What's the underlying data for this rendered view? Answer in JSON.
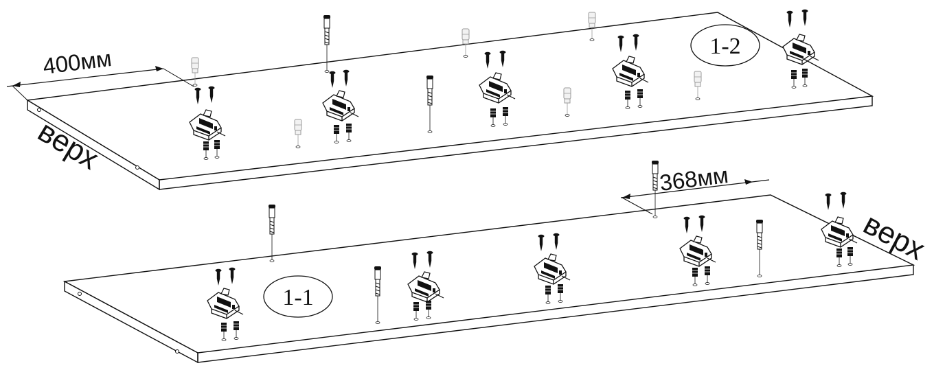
{
  "panels": {
    "upper": {
      "part_label": "1-2",
      "dimension_label": "400мм",
      "side_label": "верх"
    },
    "lower": {
      "part_label": "1-1",
      "dimension_label": "368мм",
      "side_label": "верх"
    }
  },
  "colors": {
    "stroke": "#111111",
    "background": "#ffffff",
    "dowel_fill": "#f2f2f2",
    "dowel_stroke": "#9a9a9a"
  },
  "icons": {
    "hinge_plate": "hinge-mounting-plate-icon",
    "screw": "screw-icon",
    "dowel": "wooden-dowel-icon",
    "confirmat": "confirmat-screw-icon",
    "euroscrew": "euroscrew-icon"
  }
}
